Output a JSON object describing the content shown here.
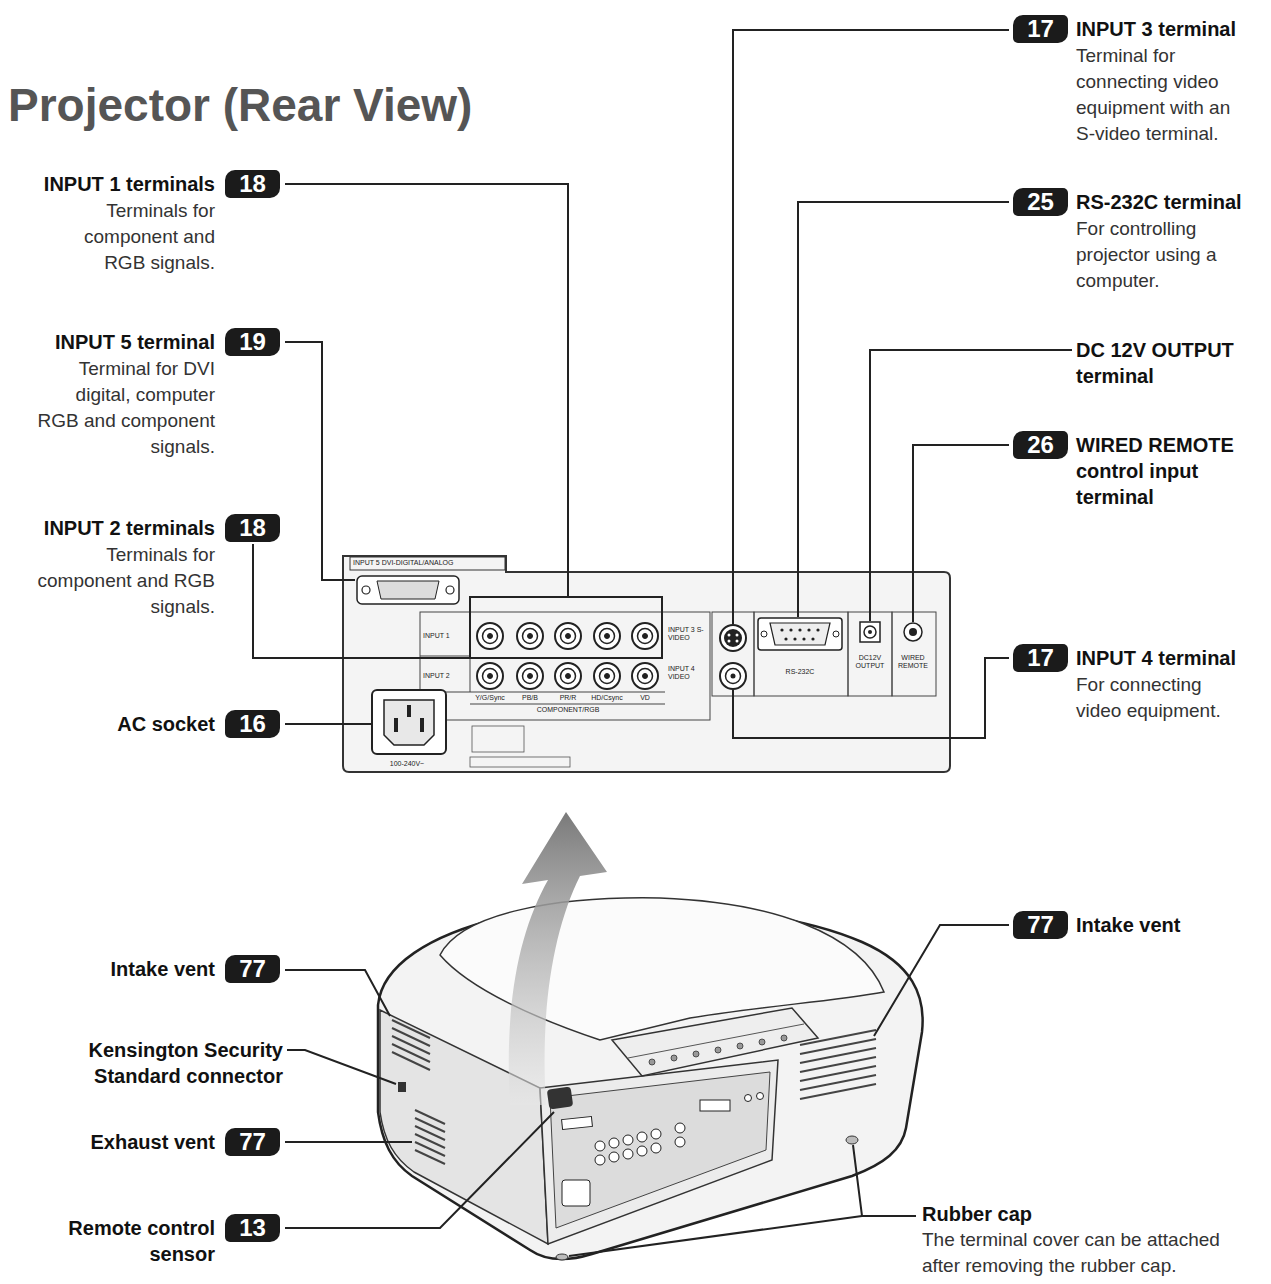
{
  "diagram": {
    "title": "Projector (Rear View)",
    "nodes": [
      {
        "text": [
          "17",
          "INPUT 3 terminal",
          "Terminal for connecting video equipment with an S-video terminal."
        ]
      },
      {
        "text": [
          "18",
          "INPUT 1 terminals",
          "Terminals for component and RGB signals."
        ]
      },
      {
        "text": [
          "25",
          "RS-232C terminal",
          "For controlling projector using a computer."
        ]
      },
      {
        "text": [
          "19",
          "INPUT 5 terminal",
          "Terminal for DVI digital, computer RGB and component signals."
        ]
      },
      {
        "text": [
          "26",
          "WIRED REMOTE control input terminal"
        ]
      },
      {
        "text": [
          "18",
          "INPUT 2 terminals",
          "Terminals for component and RGB signals."
        ]
      },
      {
        "text": [
          "17",
          "INPUT 4 terminal",
          "For connecting video equipment."
        ]
      },
      {
        "text": [
          "16",
          "AC socket"
        ]
      },
      {
        "text": [
          "77",
          "Intake vent"
        ]
      },
      {
        "text": [
          "77",
          "Intake vent"
        ]
      },
      {
        "text": [
          "77",
          "Exhaust vent"
        ]
      },
      {
        "text": [
          "13",
          "Remote control sensor"
        ]
      }
    ],
    "labels": [
      "DC 12V OUTPUT terminal",
      "Kensington Security Standard connector",
      "Rubber cap",
      "The terminal cover can be attached after removing the rubber cap.",
      "INPUT 5 DVI-DIGITAL/ANALOG",
      "INPUT 1",
      "INPUT 2",
      "Y/G/Sync",
      "PB/B",
      "PR/R",
      "HD/Csync",
      "VD",
      "COMPONENT/RGB",
      "INPUT 3 S-VIDEO",
      "INPUT 4 VIDEO",
      "RS-232C",
      "DC12V OUTPUT",
      "WIRED REMOTE",
      "100-240V~"
    ]
  }
}
